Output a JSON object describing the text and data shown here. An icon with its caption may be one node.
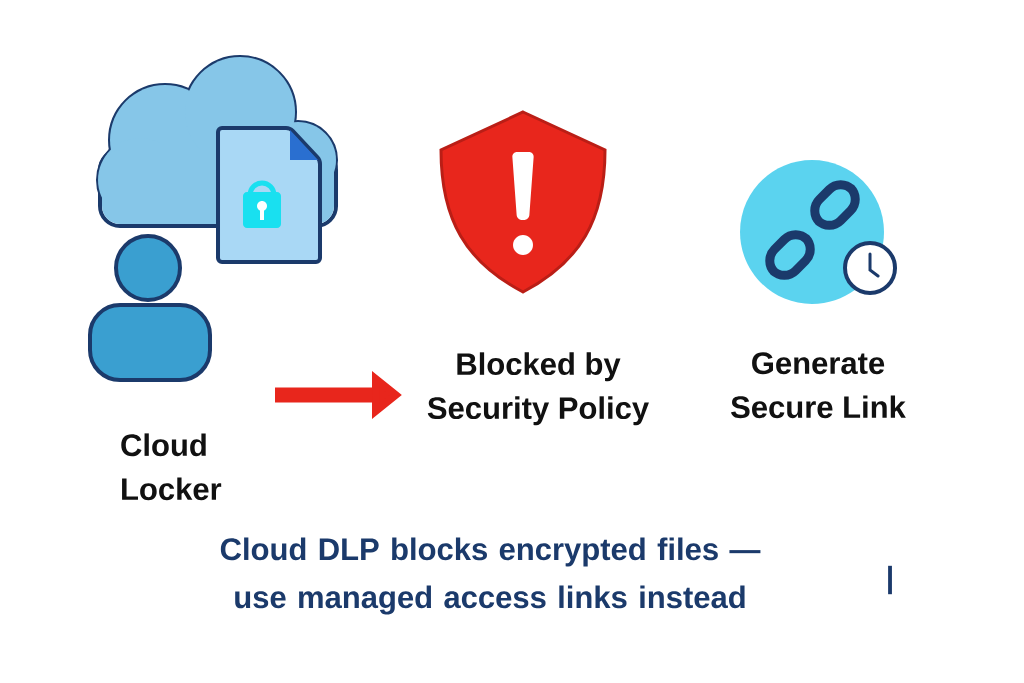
{
  "diagram": {
    "caption": "Cloud DLP blocks encrypted files — use managed access links instead",
    "nodes": [
      {
        "text": [
          "Cloud Locker"
        ]
      },
      {
        "text": [
          "Blocked by Security Policy"
        ]
      },
      {
        "text": [
          "Generate Secure Link"
        ]
      }
    ],
    "edges": [
      {
        "from": 0,
        "to": 1,
        "arrow": "to",
        "color": "#e8261c"
      }
    ],
    "labels": [
      "|"
    ]
  }
}
